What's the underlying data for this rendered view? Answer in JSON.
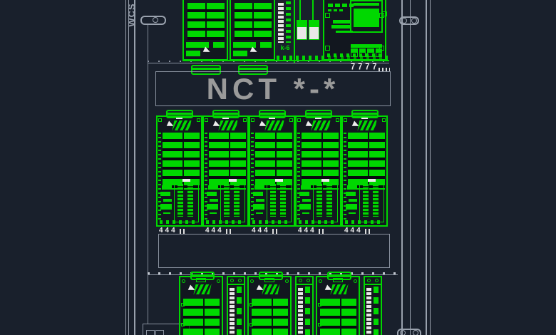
{
  "labels": {
    "frame_vertical": "WCS",
    "title": "NCT *-*",
    "terminal": "k-6"
  },
  "markers": {
    "display_row": "7777",
    "module_row": "444"
  },
  "colors": {
    "background": "#19202C",
    "line_green": "#00D800",
    "frame_gray": "#99A1AD",
    "title_gray": "#9A9A9A",
    "marker_white": "#EDEDED"
  }
}
